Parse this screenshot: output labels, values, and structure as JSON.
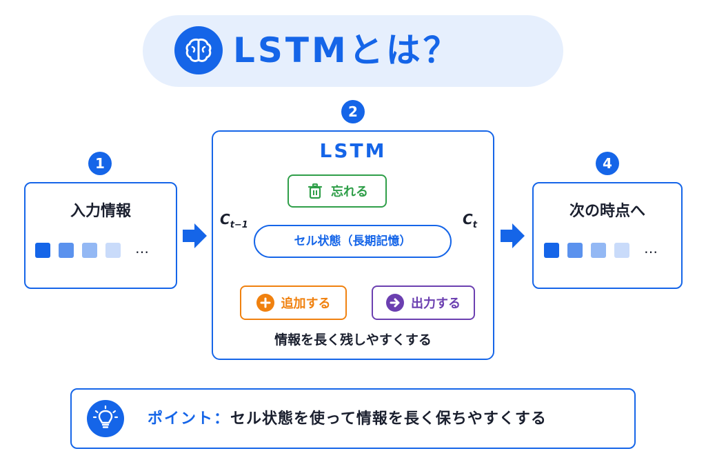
{
  "title": "LSTMとは？",
  "badges": {
    "b1": "1",
    "b2": "2",
    "b4": "4"
  },
  "input_box": {
    "title": "入力情報",
    "ellipsis": "…"
  },
  "output_box": {
    "title": "次の時点へ",
    "ellipsis": "…"
  },
  "center": {
    "heading": "LSTM",
    "forget_gate": "忘れる",
    "cell_state": "セル状態（長期記憶）",
    "add_gate": "追加する",
    "output_gate": "出力する",
    "c_prev_main": "C",
    "c_prev_sub": "t−1",
    "c_next_main": "C",
    "c_next_sub": "t",
    "caption": "情報を長く残しやすくする"
  },
  "point": {
    "label": "ポイント：",
    "text": "セル状態を使って情報を長く保ちやすくする"
  },
  "colors": {
    "blue": "#1565e8",
    "green": "#2e9e48",
    "orange": "#f0810f",
    "purple": "#6b3fb0",
    "square_shades": [
      "#1565e8",
      "#5b92ee",
      "#93b8f4",
      "#c9dbfa"
    ]
  },
  "icons": {
    "title": "brain-icon",
    "forget": "trash-icon",
    "add": "plus-circle-icon",
    "output": "arrow-right-circle-icon",
    "point": "lightbulb-icon"
  }
}
